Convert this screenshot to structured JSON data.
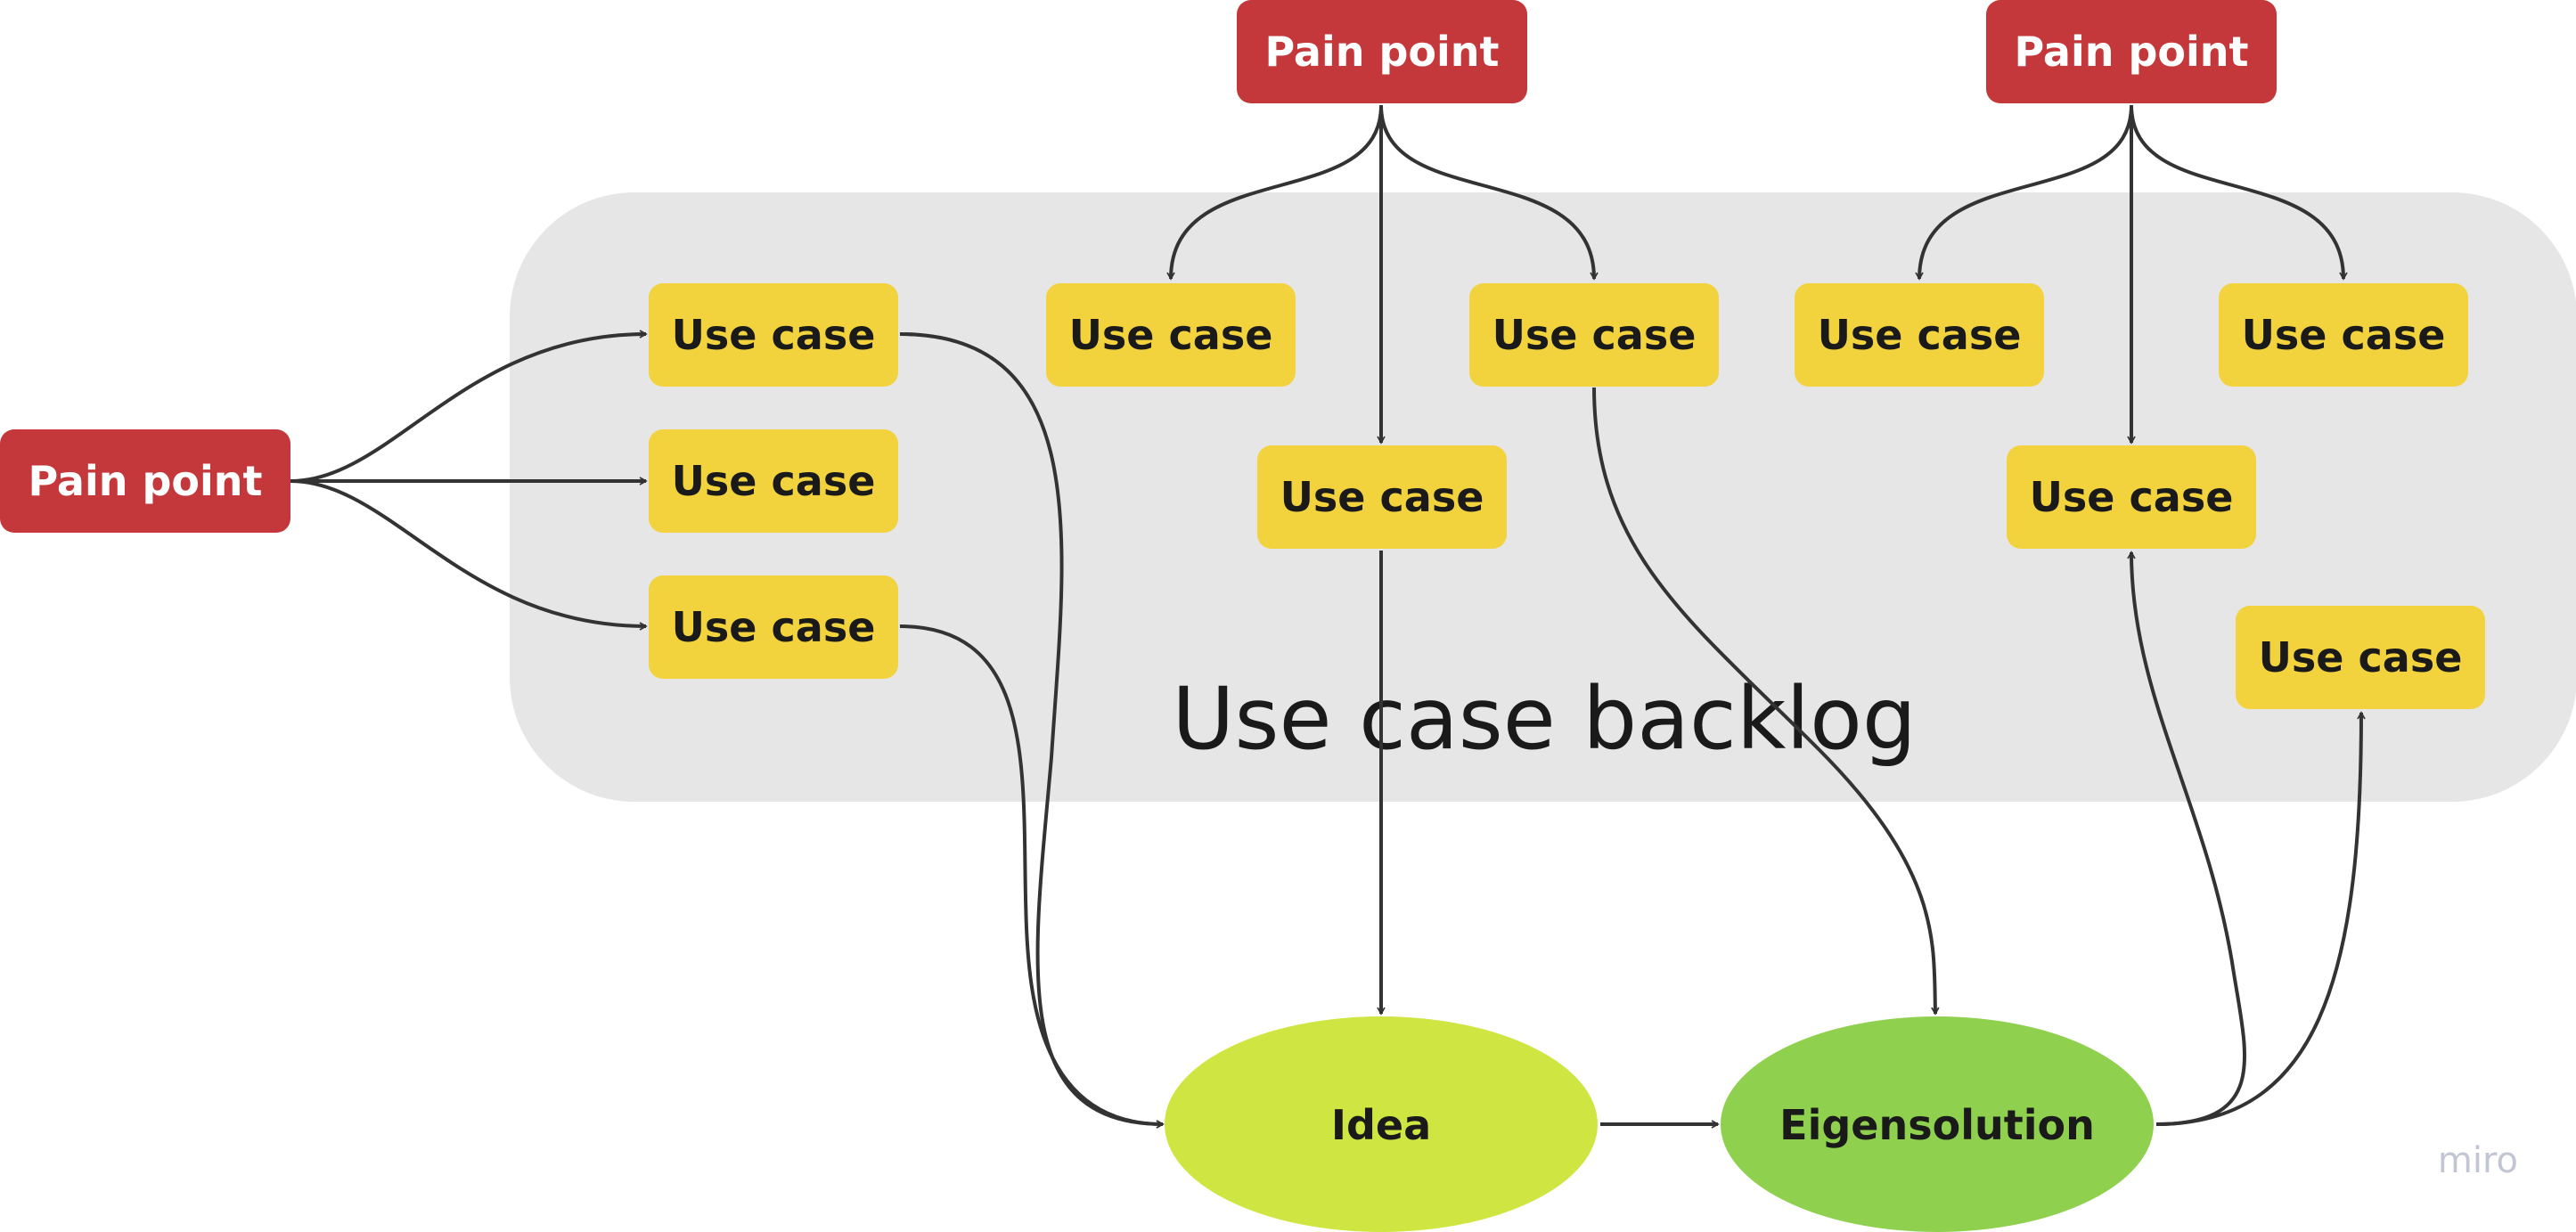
{
  "colors": {
    "pain_point": "#c4373a",
    "use_case": "#f2d33e",
    "idea": "#cfe642",
    "eigensolution": "#8fd04f",
    "backlog_bg": "#e6e6e6",
    "edge": "#333333"
  },
  "backlog": {
    "label": "Use case backlog"
  },
  "pain_points": [
    {
      "id": "pp-left",
      "label": "Pain point"
    },
    {
      "id": "pp-top-1",
      "label": "Pain point"
    },
    {
      "id": "pp-top-2",
      "label": "Pain point"
    }
  ],
  "use_cases": [
    {
      "id": "uc-1",
      "label": "Use case"
    },
    {
      "id": "uc-2",
      "label": "Use case"
    },
    {
      "id": "uc-3",
      "label": "Use case"
    },
    {
      "id": "uc-4",
      "label": "Use case"
    },
    {
      "id": "uc-5",
      "label": "Use case"
    },
    {
      "id": "uc-6",
      "label": "Use case"
    },
    {
      "id": "uc-7",
      "label": "Use case"
    },
    {
      "id": "uc-8",
      "label": "Use case"
    },
    {
      "id": "uc-9",
      "label": "Use case"
    },
    {
      "id": "uc-10",
      "label": "Use case"
    }
  ],
  "ellipses": [
    {
      "id": "idea",
      "label": "Idea"
    },
    {
      "id": "eigensolution",
      "label": "Eigensolution"
    }
  ],
  "watermark": "miro"
}
